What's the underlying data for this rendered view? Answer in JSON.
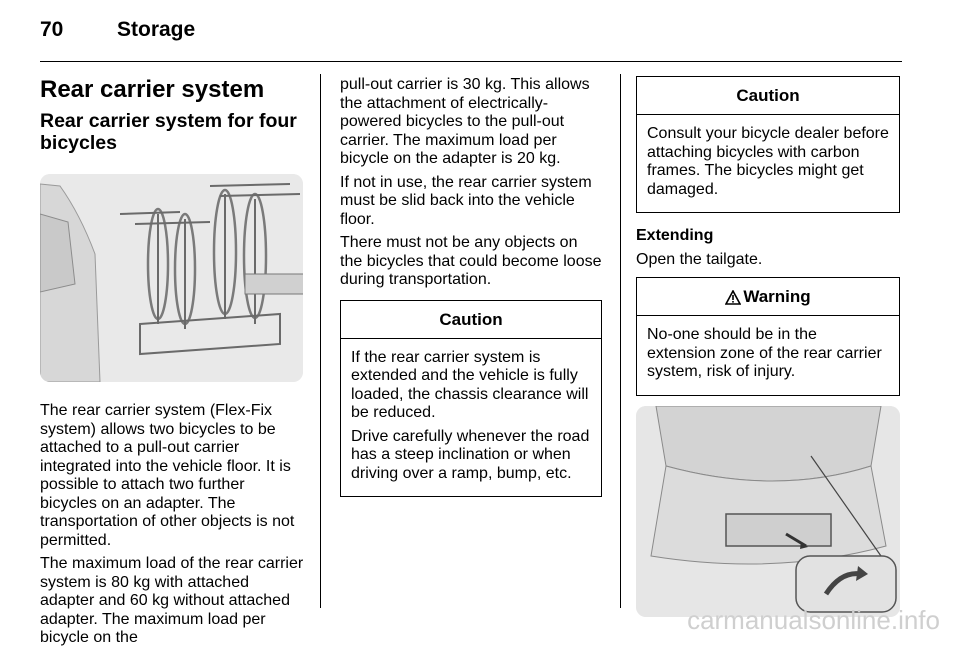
{
  "header": {
    "page_number": "70",
    "section_title": "Storage"
  },
  "col1": {
    "heading": "Rear carrier system",
    "subheading": "Rear carrier system for four bicycles",
    "para1": "The rear carrier system (Flex-Fix system) allows two bicycles to be attached to a pull-out carrier integrated into the vehicle floor. It is possible to attach two further bicycles on an adapter. The transportation of other objects is not permitted.",
    "para2": "The maximum load of the rear carrier system is 80 kg with attached adapter and 60 kg without attached adapter. The maximum load per bicycle on the"
  },
  "col2": {
    "para1": "pull-out carrier is 30 kg. This allows the attachment of electrically-powered bicycles to the pull-out carrier. The maximum load per bicycle on the adapter is 20 kg.",
    "para2": "If not in use, the rear carrier system must be slid back into the vehicle floor.",
    "para3": "There must not be any objects on the bicycles that could become loose during transportation.",
    "caution_title": "Caution",
    "caution_p1": "If the rear carrier system is extended and the vehicle is fully loaded, the chassis clearance will be reduced.",
    "caution_p2": "Drive carefully whenever the road has a steep inclination or when driving over a ramp, bump, etc."
  },
  "col3": {
    "caution_title": "Caution",
    "caution_text": "Consult your bicycle dealer before attaching bicycles with carbon frames. The bicycles might get damaged.",
    "extending_heading": "Extending",
    "extending_text": "Open the tailgate.",
    "warning_title": "Warning",
    "warning_text": "No-one should be in the extension zone of the rear carrier system, risk of injury."
  },
  "watermark": "carmanualsonline.info"
}
